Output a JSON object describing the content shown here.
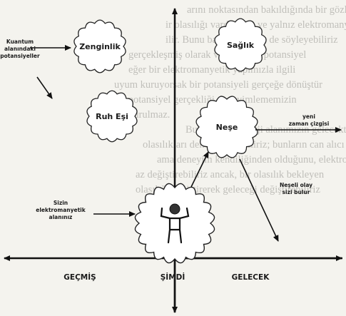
{
  "background_text": [
    "arını noktasından bakıldığında bir gözlem",
    "ir olasılığı vardır ama ve yalnız elektromanyet",
    "ilir. Bunu başka biçimde de söyleyebiliriz",
    "gerçekleşmiş olarak var olan bir potansiyel",
    "eğer bir elektromanyetik yapımızla ilgili",
    "uyum kuruyorsak bir potansiyeli gerçeğe dönüştür",
    "bir potansiyel gerçekliği deneyimlememizin",
    "kurulmaz.",
    "Bu durumda enerji alanımızın gelecekteki",
    "olasılıkları deneyimleyebiliriz; bunların can alıcı",
    "ama deneyim kendiliğinden olduğunu, elektro",
    "az değiştirebiliriz ancak, bir olasılık bekleyen",
    "olasılığı değiştirerek geleceği değiştirebiliriz"
  ],
  "bubbles": {
    "zenginlik": "Zenginlik",
    "saglik": "Sağlık",
    "ruh_esi": "Ruh Eşi",
    "nese": "Neşe"
  },
  "labels": {
    "kuantum": [
      "Kuantum",
      "alanındaki",
      "potansiyeller"
    ],
    "yeni_zaman": [
      "yeni",
      "zaman çizgisi"
    ],
    "neseli_olay": [
      "Neşeli olay",
      "sizi bulur"
    ],
    "sizin_alan": [
      "Sizin",
      "elektromanyetik",
      "alanınız"
    ]
  },
  "axis": {
    "gecmis": "GEÇMİŞ",
    "simdi": "ŞİMDİ",
    "gelecek": "GELECEK"
  }
}
